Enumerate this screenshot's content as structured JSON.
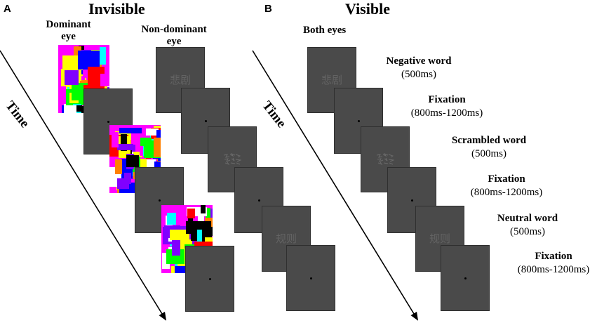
{
  "panel_a": {
    "letter": "A",
    "title": "Invisible",
    "dominant_eye_label": "Dominant eye",
    "nondominant_eye_label": "Non-dominant eye",
    "time_label": "Time",
    "negative_word": "悲剧",
    "neutral_word": "规则"
  },
  "panel_b": {
    "letter": "B",
    "title": "Visible",
    "both_eyes_label": "Both eyes",
    "time_label": "Time",
    "negative_word": "悲剧",
    "neutral_word": "规则",
    "captions": [
      {
        "name": "Negative word",
        "duration": "(500ms)"
      },
      {
        "name": "Fixation",
        "duration": "(800ms-1200ms)"
      },
      {
        "name": "Scrambled word",
        "duration": "(500ms)"
      },
      {
        "name": "Fixation",
        "duration": "(800ms-1200ms)"
      },
      {
        "name": "Neutral word",
        "duration": "(500ms)"
      },
      {
        "name": "Fixation",
        "duration": "(800ms-1200ms)"
      }
    ]
  },
  "colors": {
    "screen": "#4a4a4a",
    "word_text": "#636363",
    "mondrian_palette": [
      "#ff00ff",
      "#00ff00",
      "#0000ff",
      "#ff0000",
      "#ffff00",
      "#00ffff",
      "#ffffff",
      "#000000",
      "#8000ff",
      "#ff8000"
    ]
  }
}
